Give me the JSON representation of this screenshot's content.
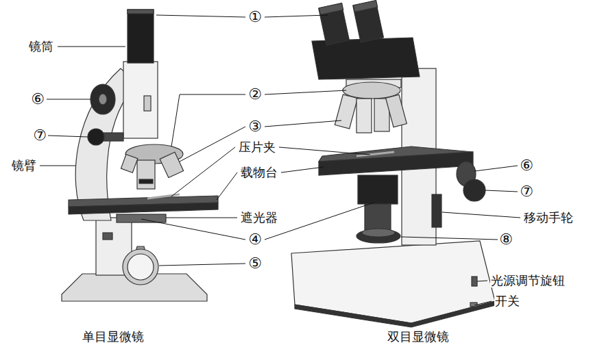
{
  "diagram": {
    "labels": [
      "①",
      "镜筒",
      "②",
      "⑥",
      "③",
      "⑦",
      "压片夹",
      "镜臂",
      "⑥",
      "载物台",
      "⑦",
      "遮光器",
      "移动手轮",
      "④",
      "⑧",
      "⑤",
      "光源调节旋钮",
      "开关",
      "单目显微镜",
      "双目显微镜"
    ]
  }
}
